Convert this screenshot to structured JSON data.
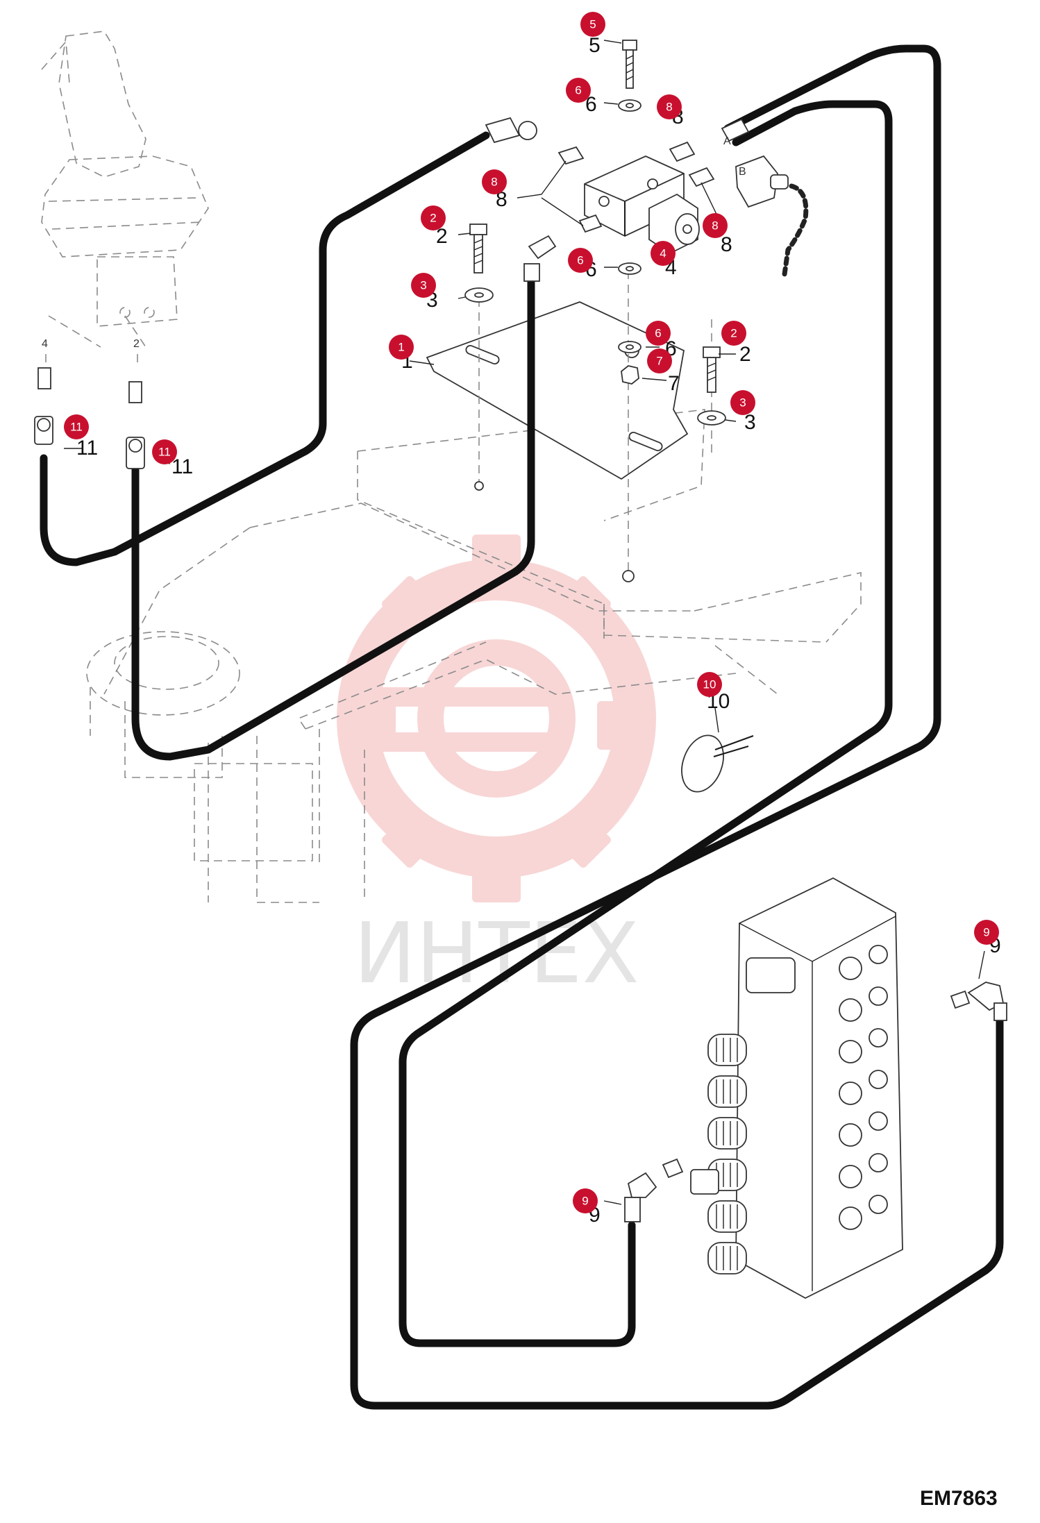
{
  "figure_code": "EM7863",
  "watermark": {
    "text": "ИНТЕХ",
    "color": "#f4b5b5"
  },
  "accent_color": "#c8102e",
  "port_letters": [
    "A",
    "B"
  ],
  "small_labels": [
    "4",
    "2"
  ],
  "callouts": [
    "1",
    "2",
    "2",
    "3",
    "3",
    "4",
    "5",
    "6",
    "6",
    "6",
    "7",
    "8",
    "8",
    "8",
    "9",
    "9",
    "10",
    "11",
    "11"
  ],
  "part_numbers": [
    "1",
    "2",
    "2",
    "3",
    "3",
    "4",
    "5",
    "6",
    "6",
    "6",
    "7",
    "8",
    "8",
    "8",
    "9",
    "9",
    "10",
    "11",
    "11"
  ]
}
